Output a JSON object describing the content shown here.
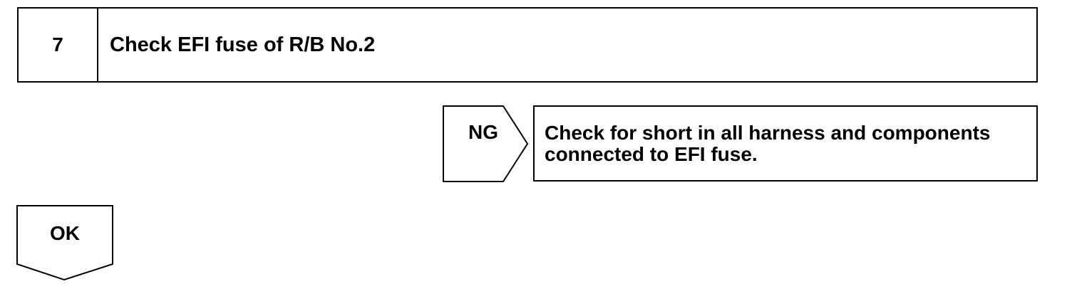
{
  "step": {
    "number": "7",
    "title": "Check EFI fuse of R/B No.2"
  },
  "ng_branch": {
    "label": "NG",
    "action_lines": [
      "Check for short in all harness and components",
      "connected to EFI fuse."
    ]
  },
  "ok_branch": {
    "label": "OK"
  }
}
